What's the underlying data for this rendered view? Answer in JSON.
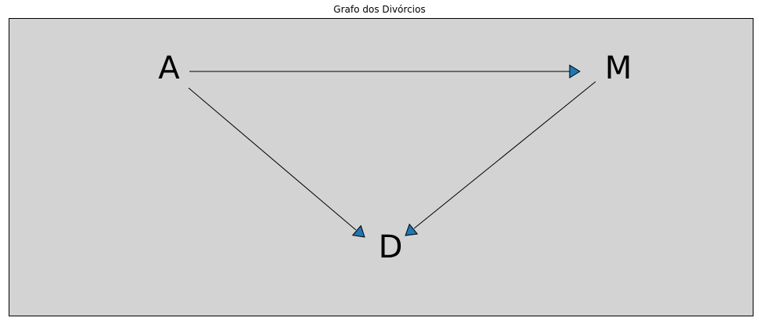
{
  "title": "Grafo dos Divórcios",
  "colors": {
    "background": "#d3d3d3",
    "edge": "#000000",
    "arrowhead": "#1f77b4"
  },
  "nodes": [
    {
      "id": "A",
      "label": "A"
    },
    {
      "id": "M",
      "label": "M"
    },
    {
      "id": "D",
      "label": "D"
    }
  ],
  "edges": [
    {
      "from": "A",
      "to": "M"
    },
    {
      "from": "A",
      "to": "D"
    },
    {
      "from": "M",
      "to": "D"
    }
  ]
}
